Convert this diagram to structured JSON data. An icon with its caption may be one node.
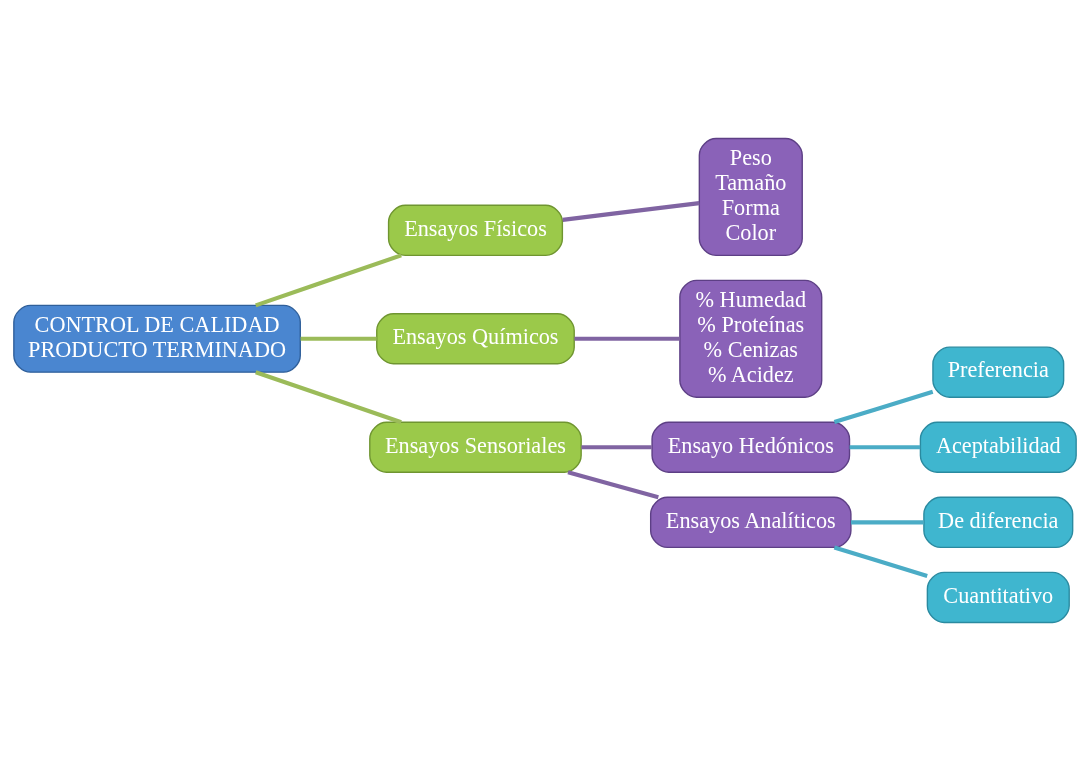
{
  "diagram": {
    "nodes": [
      {
        "text": [
          "CONTROL DE CALIDAD",
          "PRODUCTO TERMINADO"
        ]
      },
      {
        "text": [
          "Ensayos Físicos"
        ]
      },
      {
        "text": [
          "Peso",
          "Tamaño",
          "Forma",
          "Color"
        ]
      },
      {
        "text": [
          "Ensayos Químicos"
        ]
      },
      {
        "text": [
          "% Humedad",
          "% Proteínas",
          "% Cenizas",
          "% Acidez"
        ]
      },
      {
        "text": [
          "Ensayos Sensoriales"
        ]
      },
      {
        "text": [
          "Ensayo Hedónicos"
        ]
      },
      {
        "text": [
          "Preferencia"
        ]
      },
      {
        "text": [
          "Aceptabilidad"
        ]
      },
      {
        "text": [
          "Ensayos Analíticos"
        ]
      },
      {
        "text": [
          "De diferencia"
        ]
      },
      {
        "text": [
          "Cuantitativo"
        ]
      }
    ],
    "edges": [
      {
        "from": 0,
        "to": 1,
        "arrow": "none",
        "color": "#9bbb59"
      },
      {
        "from": 0,
        "to": 3,
        "arrow": "none",
        "color": "#9bbb59"
      },
      {
        "from": 0,
        "to": 5,
        "arrow": "none",
        "color": "#9bbb59"
      },
      {
        "from": 1,
        "to": 2,
        "arrow": "none",
        "color": "#8064a2"
      },
      {
        "from": 3,
        "to": 4,
        "arrow": "none",
        "color": "#8064a2"
      },
      {
        "from": 5,
        "to": 6,
        "arrow": "none",
        "color": "#8064a2"
      },
      {
        "from": 5,
        "to": 9,
        "arrow": "none",
        "color": "#8064a2"
      },
      {
        "from": 6,
        "to": 7,
        "arrow": "none",
        "color": "#4bacc6"
      },
      {
        "from": 6,
        "to": 8,
        "arrow": "none",
        "color": "#4bacc6"
      },
      {
        "from": 9,
        "to": 10,
        "arrow": "none",
        "color": "#4bacc6"
      },
      {
        "from": 9,
        "to": 11,
        "arrow": "none",
        "color": "#4bacc6"
      }
    ]
  }
}
